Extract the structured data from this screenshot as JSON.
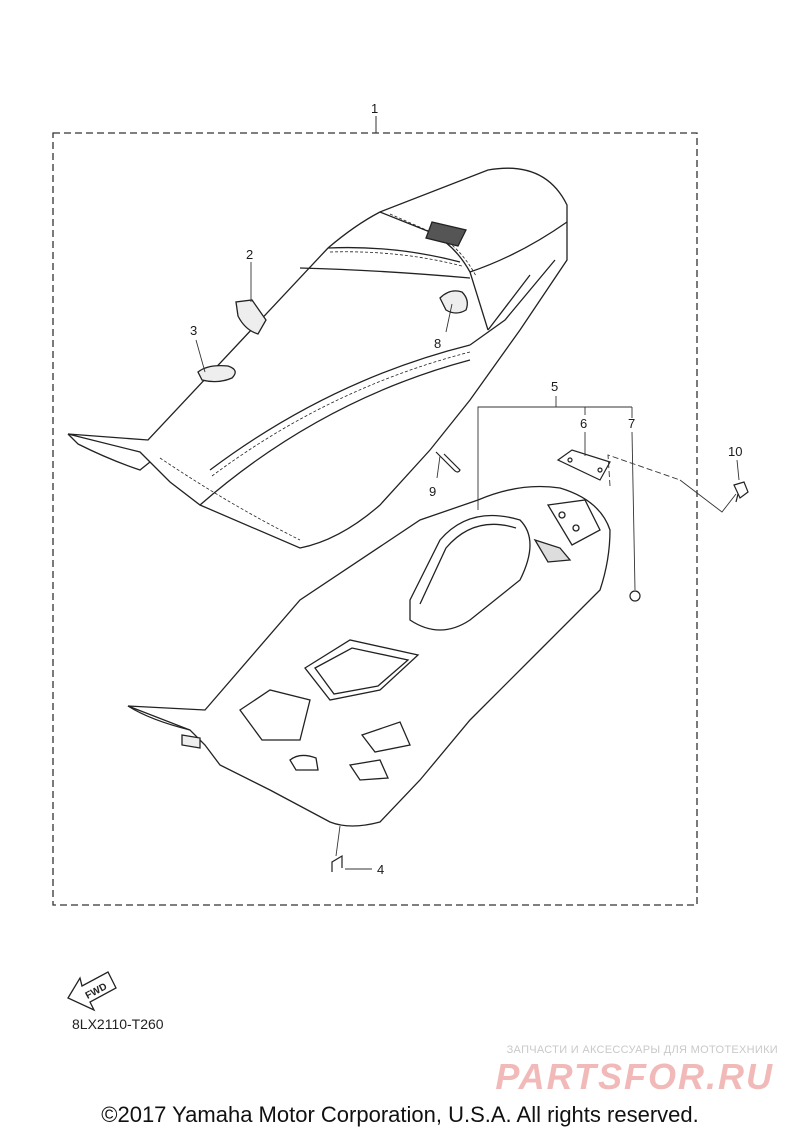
{
  "callouts": {
    "c1": "1",
    "c2": "2",
    "c3": "3",
    "c4": "4",
    "c5": "5",
    "c6": "6",
    "c7": "7",
    "c8": "8",
    "c9": "9",
    "c10": "10"
  },
  "fwd_label": "FWD",
  "diagram_code": "8LX2110-T260",
  "watermark": {
    "tagline": "ЗАПЧАСТИ И АКСЕССУАРЫ ДЛЯ МОТОТЕХНИКИ",
    "logo": "PARTSFOR.RU"
  },
  "copyright": "©2017 Yamaha Motor Corporation, U.S.A. All rights reserved."
}
